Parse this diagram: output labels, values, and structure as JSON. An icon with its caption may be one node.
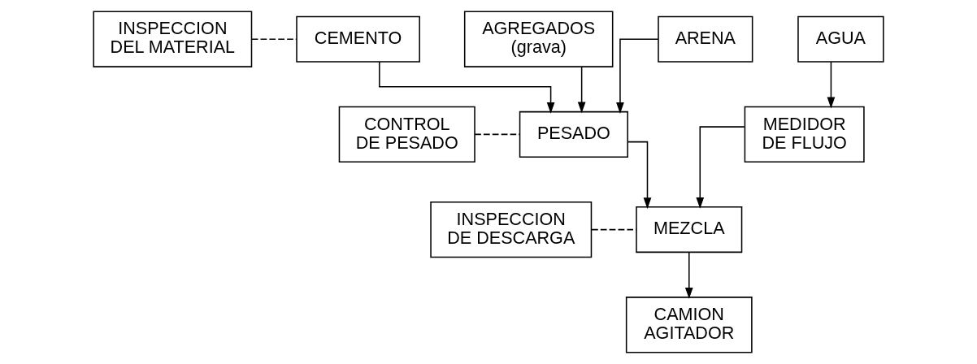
{
  "diagram": {
    "nodes": [
      {
        "text": [
          "INSPECCION DEL MATERIAL"
        ]
      },
      {
        "text": [
          "CEMENTO"
        ]
      },
      {
        "text": [
          "AGREGADOS (grava)"
        ]
      },
      {
        "text": [
          "ARENA"
        ]
      },
      {
        "text": [
          "AGUA"
        ]
      },
      {
        "text": [
          "CONTROL DE PESADO"
        ]
      },
      {
        "text": [
          "PESADO"
        ]
      },
      {
        "text": [
          "MEDIDOR DE FLUJO"
        ]
      },
      {
        "text": [
          "INSPECCION DE DESCARGA"
        ]
      },
      {
        "text": [
          "MEZCLA"
        ]
      },
      {
        "text": [
          "CAMION AGITADOR"
        ]
      }
    ],
    "edges": [
      {
        "from": 0,
        "to": 1,
        "arrow": "none",
        "style": "dashed"
      },
      {
        "from": 1,
        "to": 6,
        "arrow": "to"
      },
      {
        "from": 2,
        "to": 6,
        "arrow": "to"
      },
      {
        "from": 3,
        "to": 6,
        "arrow": "to"
      },
      {
        "from": 4,
        "to": 7,
        "arrow": "to"
      },
      {
        "from": 5,
        "to": 6,
        "arrow": "none",
        "style": "dashed"
      },
      {
        "from": 6,
        "to": 9,
        "arrow": "to"
      },
      {
        "from": 7,
        "to": 9,
        "arrow": "to"
      },
      {
        "from": 8,
        "to": 9,
        "arrow": "none",
        "style": "dashed"
      },
      {
        "from": 9,
        "to": 10,
        "arrow": "to"
      }
    ]
  }
}
